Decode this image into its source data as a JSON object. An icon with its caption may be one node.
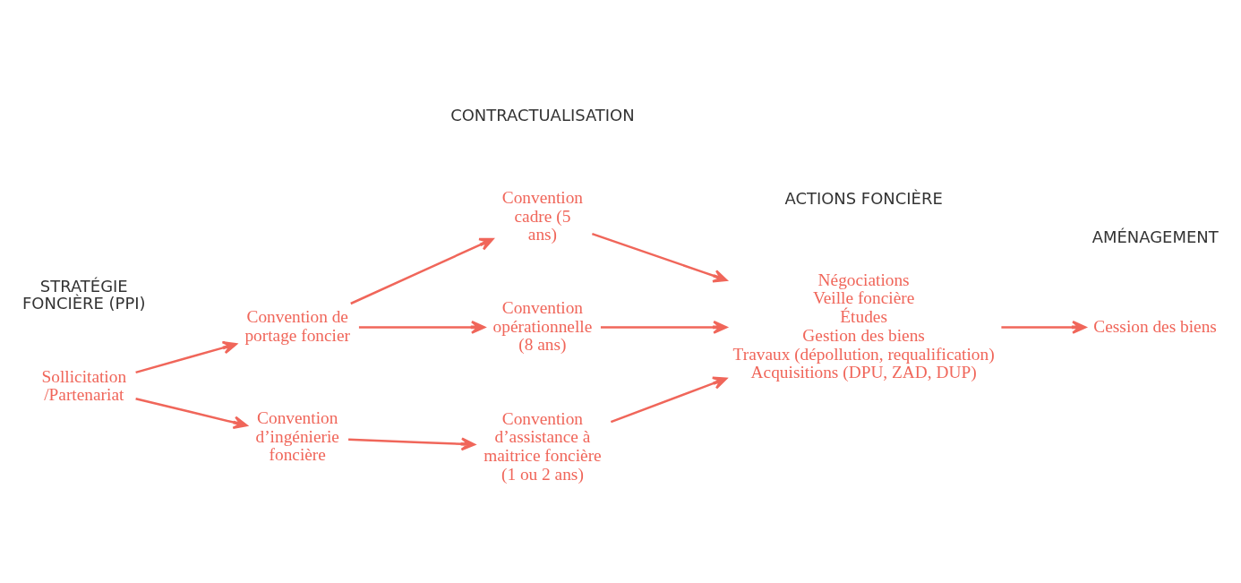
{
  "diagram": {
    "nodes": [
      {
        "text": [
          "Sollicitation /Partenariat"
        ]
      },
      {
        "text": [
          "Convention de portage foncier"
        ]
      },
      {
        "text": [
          "Convention d’ingénierie foncière"
        ]
      },
      {
        "text": [
          "Convention cadre (5 ans)"
        ]
      },
      {
        "text": [
          "Convention opérationnelle (8 ans)"
        ]
      },
      {
        "text": [
          "Convention d’assistance à maitrice foncière (1 ou 2 ans)"
        ]
      },
      {
        "text": [
          "Négociations",
          "Veille foncière",
          "Études",
          "Gestion des biens",
          "Travaux (dépollution, requalification)",
          "Acquisitions (DPU, ZAD, DUP)"
        ]
      },
      {
        "text": [
          "Cession des biens"
        ]
      }
    ],
    "edges": [
      {
        "from": 0,
        "to": 1,
        "arrow": "to"
      },
      {
        "from": 0,
        "to": 2,
        "arrow": "to"
      },
      {
        "from": 1,
        "to": 3,
        "arrow": "to"
      },
      {
        "from": 1,
        "to": 4,
        "arrow": "to"
      },
      {
        "from": 2,
        "to": 5,
        "arrow": "to"
      },
      {
        "from": 3,
        "to": 6,
        "arrow": "to"
      },
      {
        "from": 4,
        "to": 6,
        "arrow": "to"
      },
      {
        "from": 5,
        "to": 6,
        "arrow": "to"
      },
      {
        "from": 6,
        "to": 7,
        "arrow": "to"
      }
    ],
    "labels": [
      "STRATÉGIE FONCIÈRE (PPI)",
      "CONTRACTUALISATION",
      "ACTIONS FONCIÈRE",
      "AMÉNAGEMENT"
    ]
  }
}
